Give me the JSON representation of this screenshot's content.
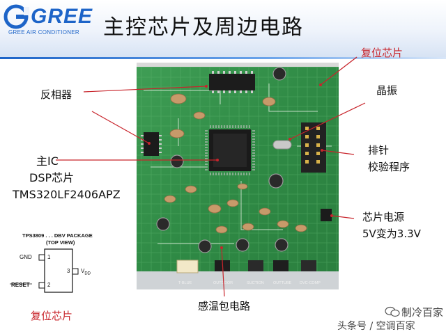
{
  "brand": {
    "name": "GREE",
    "tagline": "GREE AIR CONDITIONER",
    "color_primary": "#1d64c8"
  },
  "title": "主控芯片及周边电路",
  "labels": {
    "inverter": "反相器",
    "reset_chip_top": "复位芯片",
    "crystal": "晶振",
    "main_ic_line1": "主IC",
    "main_ic_line2": "DSP芯片",
    "main_ic_line3": "TMS320LF2406APZ",
    "header_line1": "排针",
    "header_line2": "校验程序",
    "power_line1": "芯片电源",
    "power_line2": "5V变为3.3V",
    "sensor": "感温包电路",
    "reset_chip_bottom": "复位芯片"
  },
  "label_colors": {
    "accent_red": "#c8242b",
    "normal": "#111111"
  },
  "pinout": {
    "package": "TPS3809 . . . DBV PACKAGE",
    "view": "(TOP VIEW)",
    "pin1_name": "GND",
    "pin1_num": "1",
    "pin2_name": "RESET",
    "pin2_num": "2",
    "pin3_num": "3",
    "pin3_name": "V",
    "pin3_sub": "DD"
  },
  "silkscreen": {
    "t_blue": "T-BLUE",
    "outdoor": "OUTDOOR",
    "suction": "SUCTION",
    "outtube": "OUTTUBE",
    "dvc_comp": "DVC-COMP"
  },
  "watermark": {
    "line1": "制冷百家",
    "line2": "头条号 / 空调百家"
  }
}
